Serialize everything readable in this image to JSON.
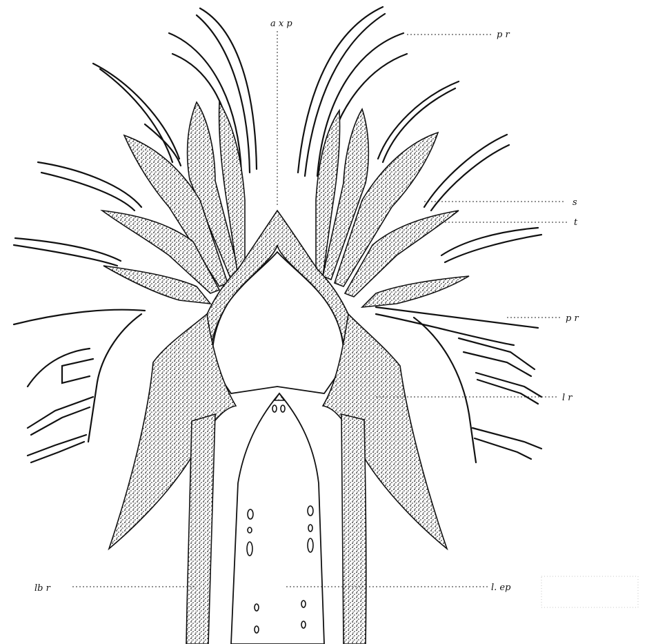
{
  "figure": {
    "labels": {
      "axp": "a x p",
      "pr_top": "p r",
      "s": "s",
      "t": "t",
      "pr_mid": "p r",
      "lr": "l r",
      "lbr": "lb r",
      "lep": "l. ep"
    },
    "colors": {
      "ink": "#111111",
      "paper": "#ffffff"
    }
  }
}
